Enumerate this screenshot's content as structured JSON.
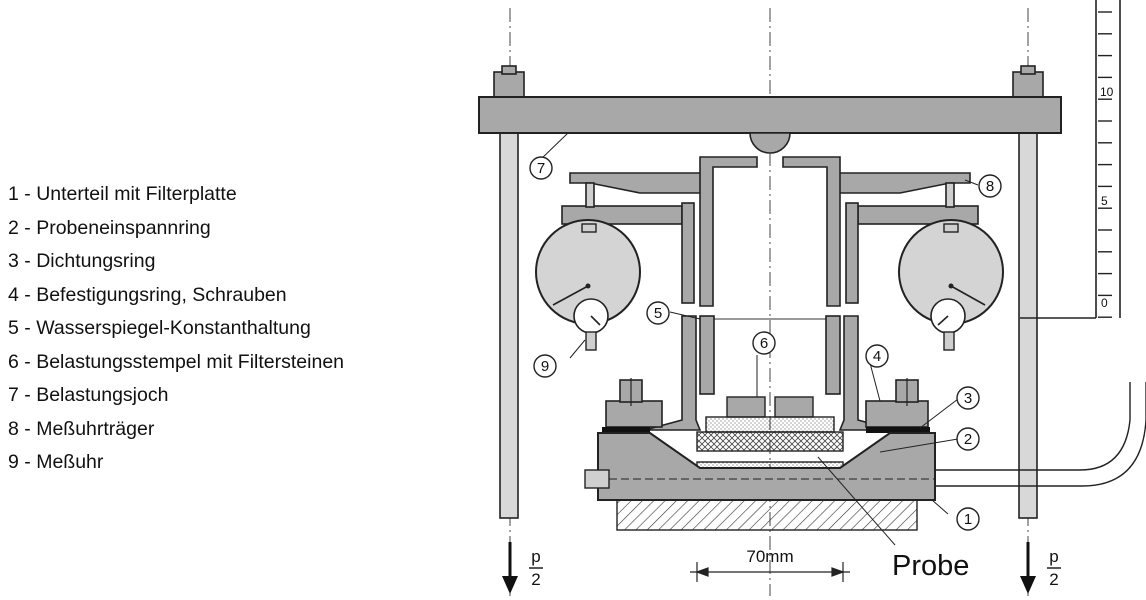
{
  "legend": {
    "items": [
      {
        "num": "1",
        "text": "Unterteil mit Filterplatte"
      },
      {
        "num": "2",
        "text": "Probeneinspannring"
      },
      {
        "num": "3",
        "text": "Dichtungsring"
      },
      {
        "num": "4",
        "text": "Befestigungsring, Schrauben"
      },
      {
        "num": "5",
        "text": "Wasserspiegel-Konstanthaltung"
      },
      {
        "num": "6",
        "text": "Belastungsstempel mit Filtersteinen"
      },
      {
        "num": "7",
        "text": "Belastungsjoch"
      },
      {
        "num": "8",
        "text": "Meßuhrträger"
      },
      {
        "num": "9",
        "text": "Meßuhr"
      }
    ]
  },
  "diagram": {
    "callouts": [
      "1",
      "2",
      "3",
      "4",
      "5",
      "6",
      "7",
      "8",
      "9"
    ],
    "dimension_label": "70mm",
    "sample_label": "Probe",
    "load_label": {
      "numerator": "p",
      "denominator": "2"
    },
    "scale_ticks": [
      "10",
      "5",
      "0"
    ]
  },
  "colors": {
    "steel": "#a8a8a8",
    "outline": "#222222",
    "background": "#ffffff"
  }
}
